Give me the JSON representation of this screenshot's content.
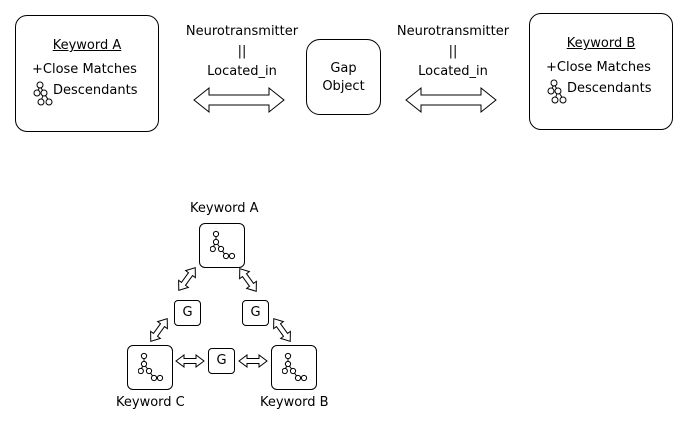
{
  "top": {
    "keyword_a": {
      "title": "Keyword A",
      "line1": "+Close Matches",
      "line2": "Descendants"
    },
    "keyword_b": {
      "title": "Keyword B",
      "line1": "+Close Matches",
      "line2": "Descendants"
    },
    "gap": {
      "line1": "Gap",
      "line2": "Object"
    },
    "relation_left": {
      "line1": "Neurotransmitter",
      "line2": "||",
      "line3": "Located_in"
    },
    "relation_right": {
      "line1": "Neurotransmitter",
      "line2": "||",
      "line3": "Located_in"
    }
  },
  "bottom": {
    "keyword_a_label": "Keyword A",
    "keyword_b_label": "Keyword B",
    "keyword_c_label": "Keyword C",
    "gap_label": "G"
  },
  "icons": {
    "tree": "tree-icon",
    "double_arrow": "double-arrow-icon"
  }
}
